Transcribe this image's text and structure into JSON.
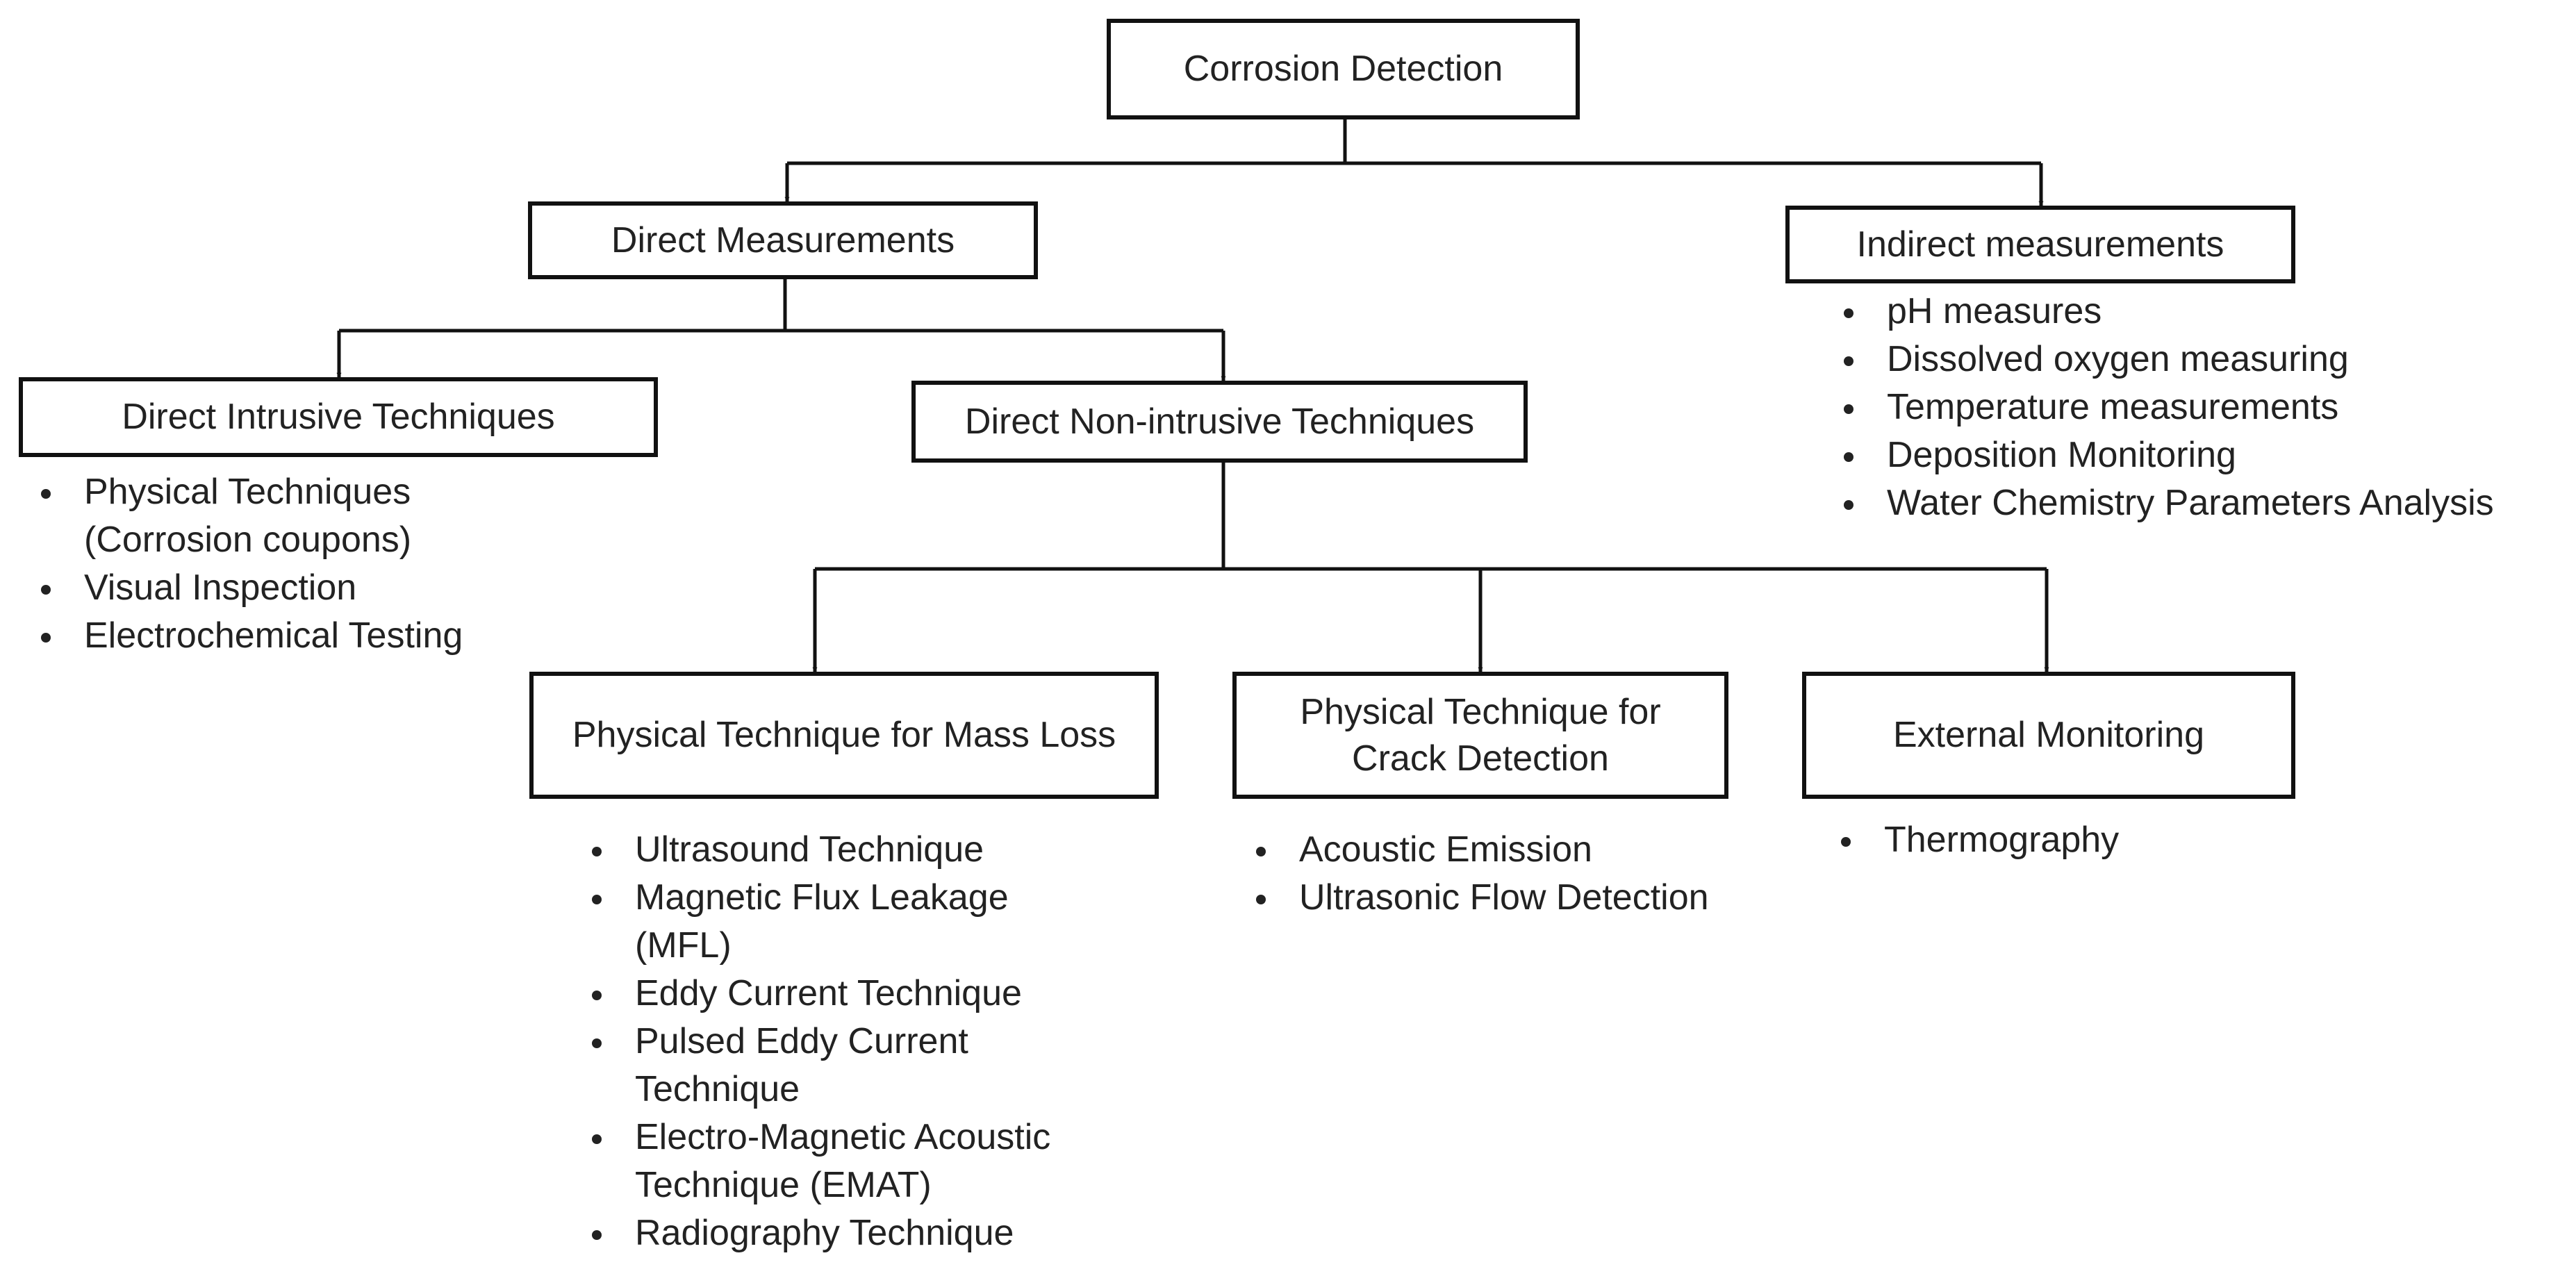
{
  "nodes": {
    "root": {
      "label": "Corrosion Detection"
    },
    "direct": {
      "label": "Direct Measurements"
    },
    "indirect": {
      "label": "Indirect measurements"
    },
    "intrusive": {
      "label": "Direct Intrusive Techniques"
    },
    "nonintrusive": {
      "label": "Direct Non-intrusive Techniques"
    },
    "massloss": {
      "label": "Physical Technique for Mass Loss"
    },
    "crack": {
      "line1": "Physical Technique for",
      "line2": "Crack Detection"
    },
    "external": {
      "label": "External Monitoring"
    }
  },
  "lists": {
    "indirect": [
      "pH measures",
      "Dissolved oxygen measuring",
      "Temperature measurements",
      "Deposition Monitoring",
      "Water Chemistry Parameters Analysis"
    ],
    "intrusive": [
      {
        "line1": "Physical Techniques",
        "line2": "(Corrosion coupons)"
      },
      {
        "line1": "Visual Inspection"
      },
      {
        "line1": "Electrochemical Testing"
      }
    ],
    "massloss": [
      {
        "line1": "Ultrasound Technique"
      },
      {
        "line1": "Magnetic Flux Leakage",
        "line2": "(MFL)"
      },
      {
        "line1": "Eddy Current Technique"
      },
      {
        "line1": "Pulsed Eddy Current",
        "line2": "Technique"
      },
      {
        "line1": "Electro-Magnetic Acoustic",
        "line2": "Technique (EMAT)"
      },
      {
        "line1": "Radiography Technique"
      }
    ],
    "crack": [
      "Acoustic Emission",
      "Ultrasonic Flow Detection"
    ],
    "external": [
      "Thermography"
    ]
  }
}
